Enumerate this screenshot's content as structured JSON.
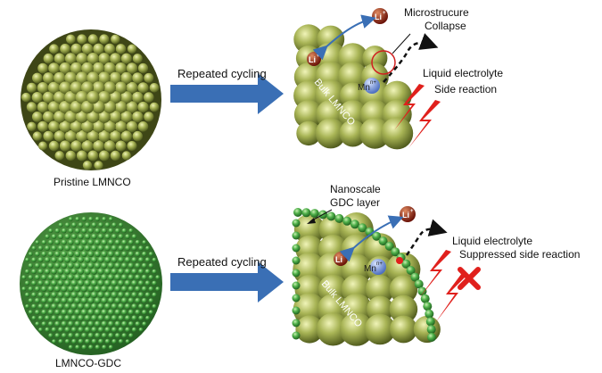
{
  "top_row": {
    "caption": "Pristine LMNCO",
    "arrow_label": "Repeated cycling",
    "collapse_label_line1": "Microstrucure",
    "collapse_label_line2": "Collapse",
    "electrolyte_label": "Liquid electrolyte",
    "reaction_label": "Side reaction",
    "bulk_label": "Bulk LMNCO",
    "li_label": "Li",
    "li_charge": "+",
    "mn_label": "Mn",
    "mn_charge": "n+"
  },
  "bottom_row": {
    "caption": "LMNCO-GDC",
    "arrow_label": "Repeated cycling",
    "layer_label_line1": "Nanoscale",
    "layer_label_line2": "GDC layer",
    "electrolyte_label": "Liquid electrolyte",
    "reaction_label": "Suppressed side reaction",
    "bulk_label": "Bulk LMNCO",
    "li_label": "Li",
    "li_charge": "+",
    "mn_label": "Mn",
    "mn_charge": "n+"
  },
  "colors": {
    "bulk_sphere": "#9aa64a",
    "gdc_sphere": "#3fa83c",
    "arrow_blue": "#3a6fb5",
    "lightning_red": "#e0201c",
    "li_ion": "#8b1a12",
    "mn_ion": "#6f8fd6",
    "collapse_circle": "#d02020"
  },
  "icons": [
    "li-ion-icon",
    "mn-ion-icon",
    "lightning-icon",
    "blocked-cross-icon",
    "dashed-arrow-icon",
    "process-arrow-icon"
  ]
}
